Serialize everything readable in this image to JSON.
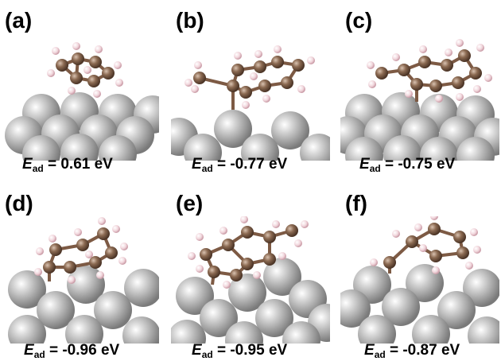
{
  "panels": [
    {
      "label": "(a)",
      "energy_symbol": "E",
      "energy_sub": "ad",
      "energy_value": "= 0.61 eV"
    },
    {
      "label": "(b)",
      "energy_symbol": "E",
      "energy_sub": "ad",
      "energy_value": "= -0.77 eV"
    },
    {
      "label": "(c)",
      "energy_symbol": "E",
      "energy_sub": "ad",
      "energy_value": "= -0.75 eV"
    },
    {
      "label": "(d)",
      "energy_symbol": "E",
      "energy_sub": "ad",
      "energy_value": "= -0.96 eV"
    },
    {
      "label": "(e)",
      "energy_symbol": "E",
      "energy_sub": "ad",
      "energy_value": "= -0.95 eV"
    },
    {
      "label": "(f)",
      "energy_symbol": "E",
      "energy_sub": "ad",
      "energy_value": "= -0.87  eV"
    }
  ],
  "colors": {
    "surface_atom": "#b9b9b9",
    "carbon_atom": "#8b6a52",
    "hydrogen_atom": "#f1d6dc",
    "bond": "#7d5a44"
  }
}
